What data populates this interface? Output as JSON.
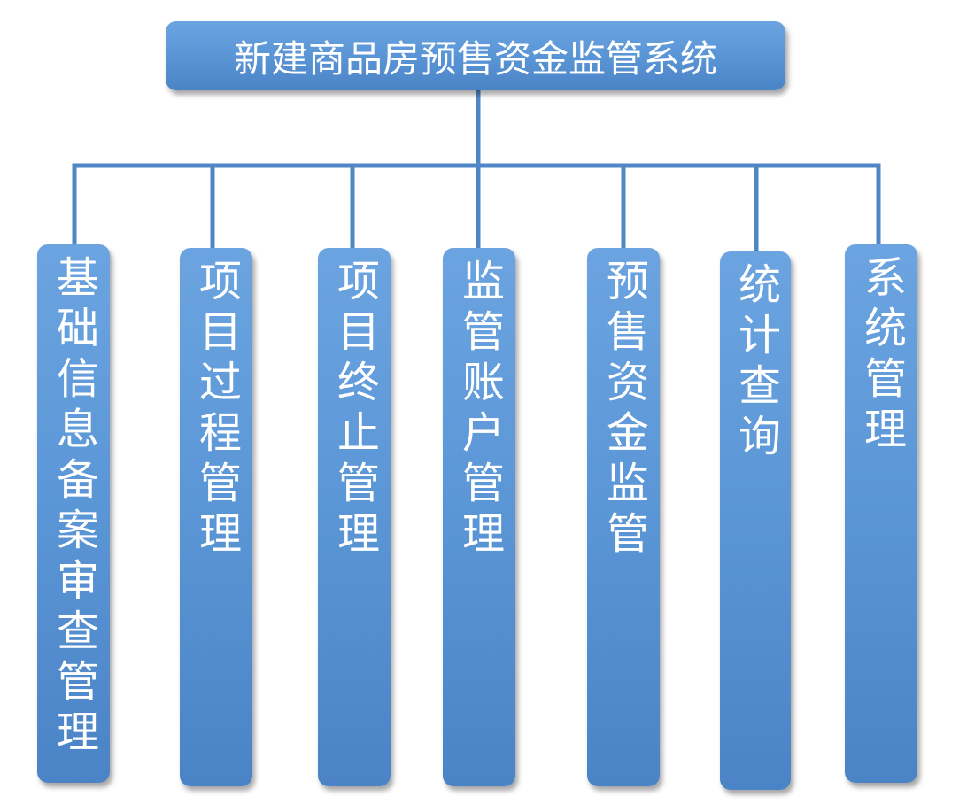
{
  "root": {
    "title": "新建商品房预售资金监管系统"
  },
  "modules": [
    {
      "label": "基础信息备案审查管理"
    },
    {
      "label": "项目过程管理"
    },
    {
      "label": "项目终止管理"
    },
    {
      "label": "监管账户管理"
    },
    {
      "label": "预售资金监管"
    },
    {
      "label": "统计查询"
    },
    {
      "label": "系统管理"
    }
  ],
  "colors": {
    "box_fill": "#5a95d6",
    "connector": "#4f86c6",
    "text": "#ffffff"
  }
}
